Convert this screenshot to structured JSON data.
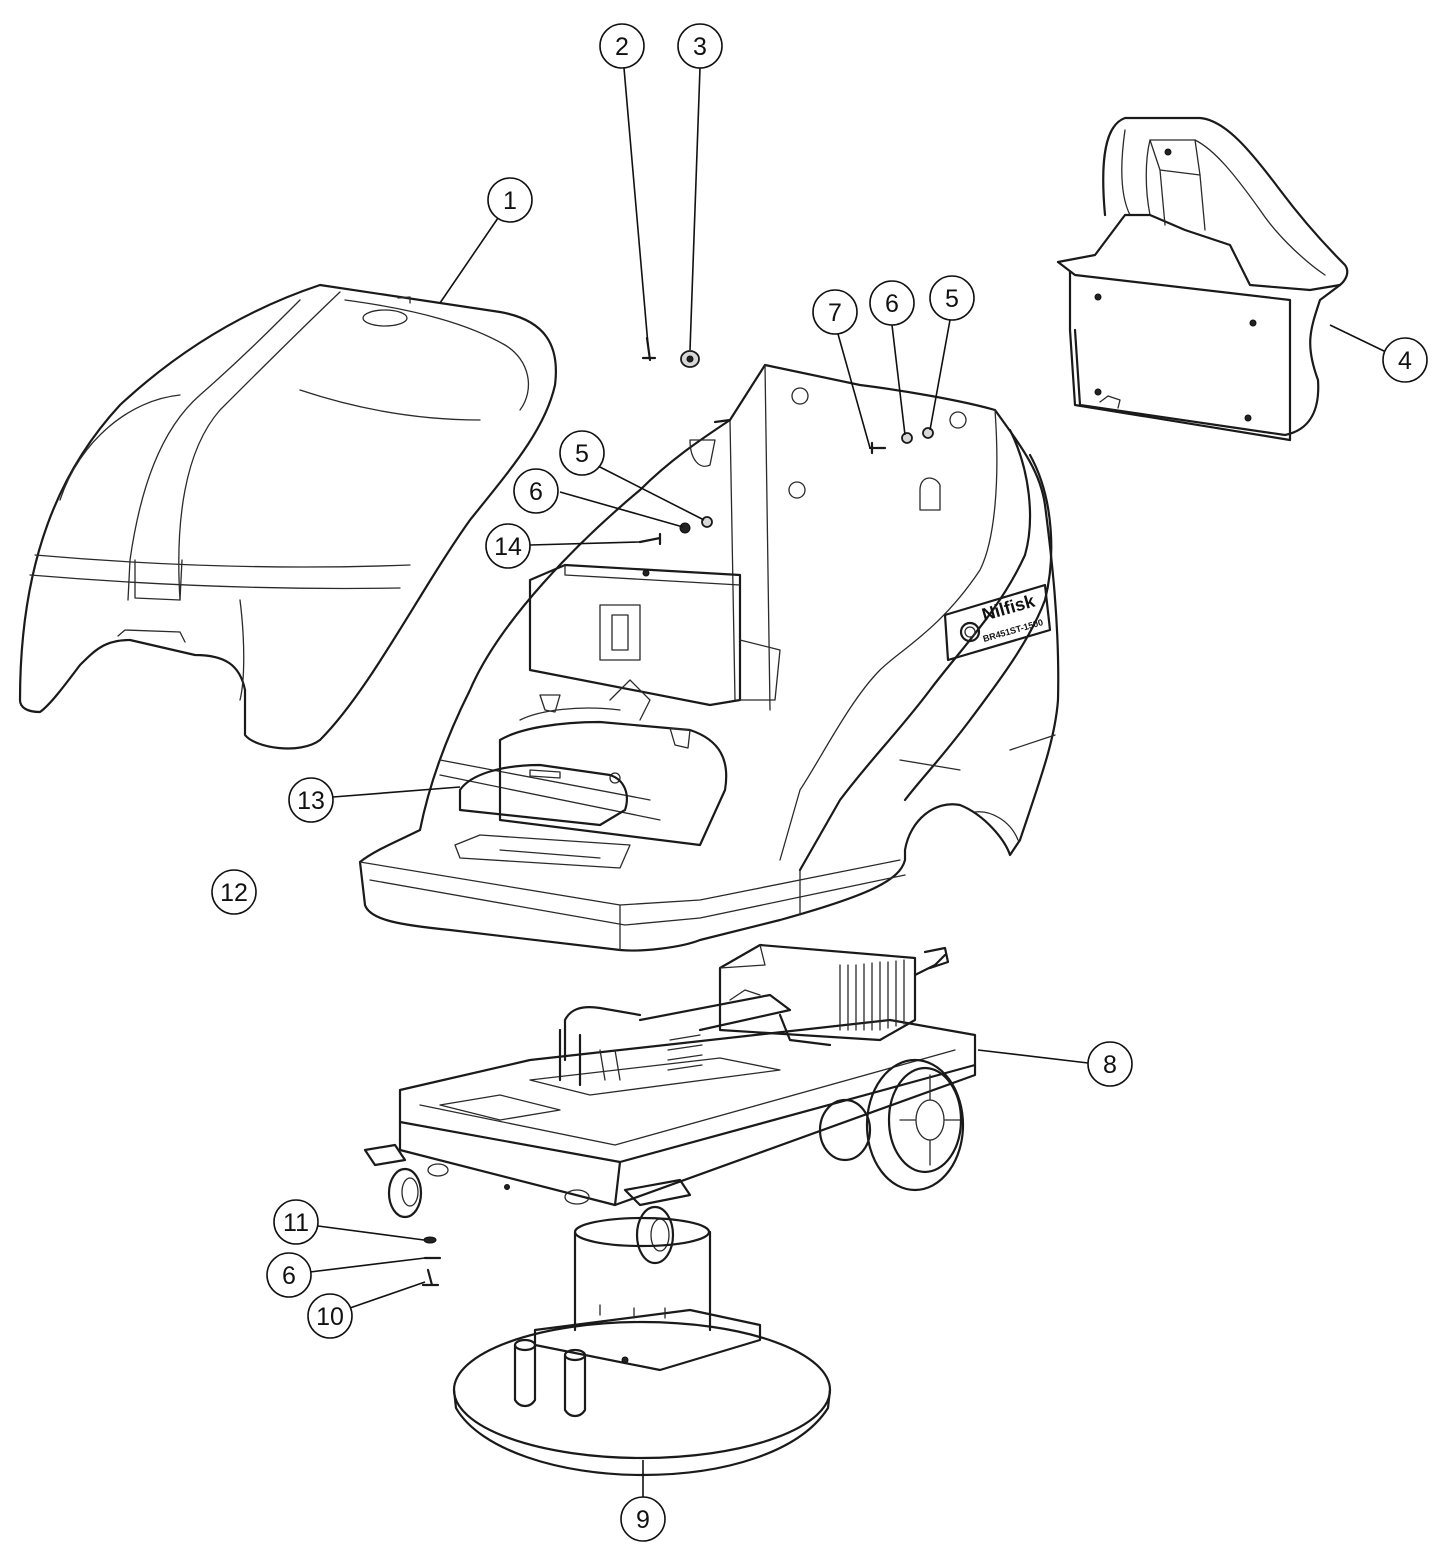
{
  "brand": {
    "logo_text": "Nilfisk",
    "model_text": "BR451ST-1500"
  },
  "callouts": [
    {
      "id": "c1",
      "label": "1"
    },
    {
      "id": "c2",
      "label": "2"
    },
    {
      "id": "c3",
      "label": "3"
    },
    {
      "id": "c4",
      "label": "4"
    },
    {
      "id": "c5a",
      "label": "5"
    },
    {
      "id": "c5b",
      "label": "5"
    },
    {
      "id": "c6a",
      "label": "6"
    },
    {
      "id": "c6b",
      "label": "6"
    },
    {
      "id": "c6c",
      "label": "6"
    },
    {
      "id": "c7",
      "label": "7"
    },
    {
      "id": "c8",
      "label": "8"
    },
    {
      "id": "c9",
      "label": "9"
    },
    {
      "id": "c10",
      "label": "10"
    },
    {
      "id": "c11",
      "label": "11"
    },
    {
      "id": "c12",
      "label": "12"
    },
    {
      "id": "c13",
      "label": "13"
    },
    {
      "id": "c14",
      "label": "14"
    }
  ]
}
